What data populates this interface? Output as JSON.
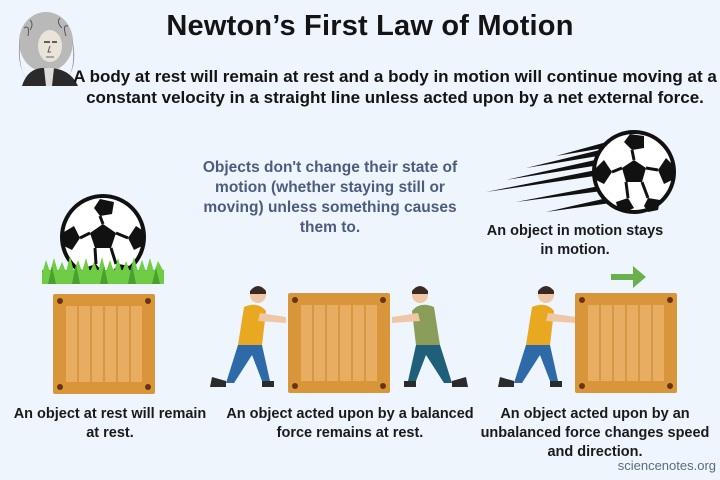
{
  "title": "Newton’s First Law of Motion",
  "statement": "A body at rest will remain at rest and a body in motion will continue moving at a constant velocity in a straight line unless acted upon by a net external force.",
  "note": "Objects don't change their state of motion (whether staying still or moving) unless something causes them to.",
  "motion_caption": "An object in motion stays in motion.",
  "panels": [
    {
      "caption": "An object at rest will remain at rest.",
      "illustration": "soccer-ball-on-grass-above-crate"
    },
    {
      "caption": "An object acted upon by a balanced force remains at rest.",
      "illustration": "two-people-pushing-crate"
    },
    {
      "caption": "An object acted upon by an unbalanced force changes speed and direction.",
      "illustration": "person-pushing-crate-with-arrow"
    }
  ],
  "credit": "sciencenotes.org",
  "colors": {
    "background": "#eef5fc",
    "crate": "#d9953a",
    "crate_panel": "#e8ad60",
    "screw": "#6a3414",
    "note_text": "#4c5c7e",
    "arrow": "#6ab04c",
    "grass": "#5dbb3a",
    "shirt_yellow": "#e8a820",
    "shirt_green": "#8a9e5a",
    "pants_blue": "#2f6aa8",
    "pants_teal": "#1f5f7a"
  }
}
